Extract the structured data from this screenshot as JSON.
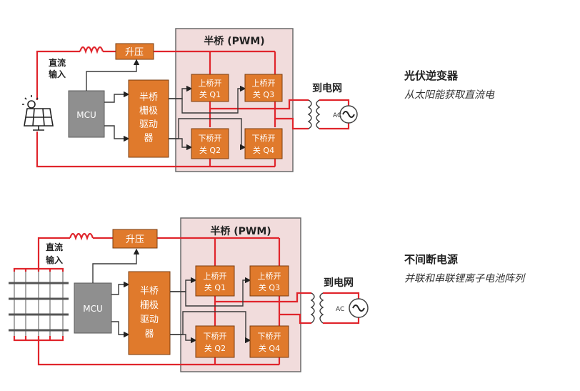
{
  "diagrams": [
    {
      "id": "pv-inverter",
      "title": "光伏逆变器",
      "subtitle": "从太阳能获取直流电",
      "source_icon": "solar-panel-icon",
      "labels": {
        "dc_input_line1": "直流",
        "dc_input_line2": "输入",
        "boost": "升压",
        "mcu": "MCU",
        "gate_driver": [
          "半桥",
          "栅极",
          "驱动",
          "器"
        ],
        "half_bridge": "半桥 (PWM)",
        "q1": [
          "上桥开",
          "关 Q1"
        ],
        "q3": [
          "上桥开",
          "关 Q3"
        ],
        "q2": [
          "下桥开",
          "关 Q2"
        ],
        "q4": [
          "下桥开",
          "关 Q4"
        ],
        "to_grid": "到电网",
        "ac": "AC"
      }
    },
    {
      "id": "ups",
      "title": "不间断电源",
      "subtitle": "并联和串联锂离子电池阵列",
      "source_icon": "battery-array-icon",
      "labels": {
        "dc_input_line1": "直流",
        "dc_input_line2": "输入",
        "boost": "升压",
        "mcu": "MCU",
        "gate_driver": [
          "半桥",
          "栅极",
          "驱动",
          "器"
        ],
        "half_bridge": "半桥 (PWM)",
        "q1": [
          "上桥开",
          "关 Q1"
        ],
        "q3": [
          "上桥开",
          "关 Q3"
        ],
        "q2": [
          "下桥开",
          "关 Q2"
        ],
        "q4": [
          "下桥开",
          "关 Q4"
        ],
        "to_grid": "到电网",
        "ac": "AC"
      }
    }
  ],
  "colors": {
    "wire_power": "#e0252c",
    "wire_signal": "#3a3a3a",
    "block_orange": "#e07a2c",
    "block_mcu": "#8f8f8f",
    "pwm_region": "#f1dcdc"
  }
}
